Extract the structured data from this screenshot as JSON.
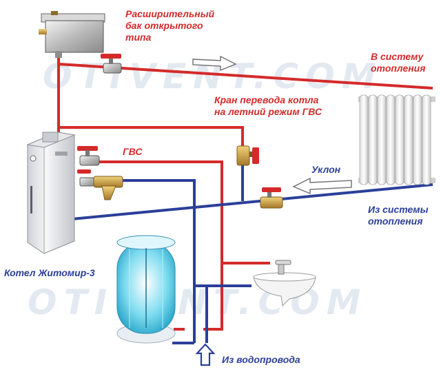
{
  "labels": {
    "expansion_tank": [
      "Расширительный",
      "бак открытого",
      "типа"
    ],
    "to_heating": [
      "В систему",
      "отопления"
    ],
    "summer_valve": [
      "Кран перевода котла",
      "на летний режим ГВС"
    ],
    "dhw": "ГВС",
    "slope": "Уклон",
    "from_heating": [
      "Из системы",
      "отопления"
    ],
    "boiler": "Котел Житомир-3",
    "from_water_supply": "Из водопровода"
  },
  "watermark": "OTIVENT.COM",
  "colors": {
    "supply_pipe": "#d42a2a",
    "return_pipe": "#2b3f9a",
    "label_red": "#d42a2a",
    "label_blue": "#2b3f9a"
  }
}
